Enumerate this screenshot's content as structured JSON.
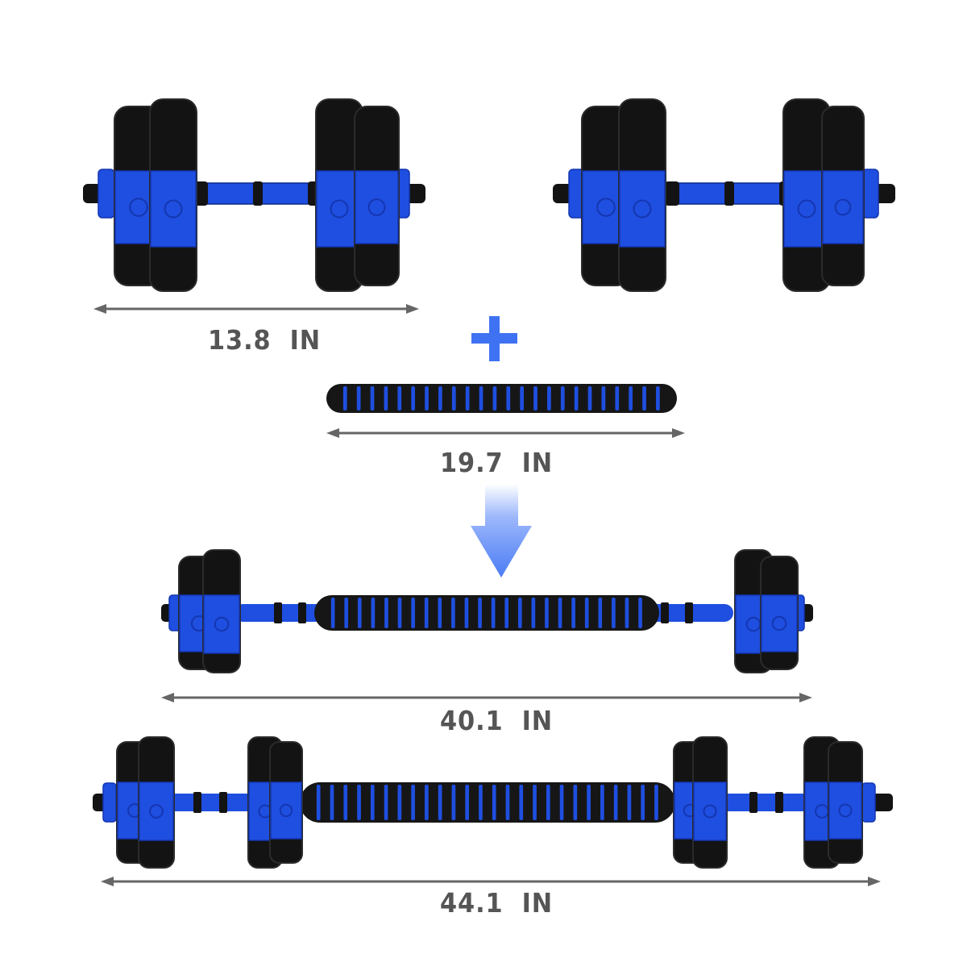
{
  "measurements": {
    "dumbbell_length": "13.8  IN",
    "connector_length": "19.7  IN",
    "barbell_length": "40.1  IN",
    "full_set_length": "44.1  IN"
  },
  "colors": {
    "plate_black": "#131313",
    "plate_edge": "#2b2b2b",
    "accent_blue": "#1f4fe0",
    "accent_blue_dark": "#1436b0",
    "plus_blue": "#3f72f2",
    "arrow_blue": "#4a7cf5",
    "dimension_gray": "#555555"
  },
  "icons": {
    "plus": "plus-icon",
    "arrow": "arrow-down-icon"
  }
}
